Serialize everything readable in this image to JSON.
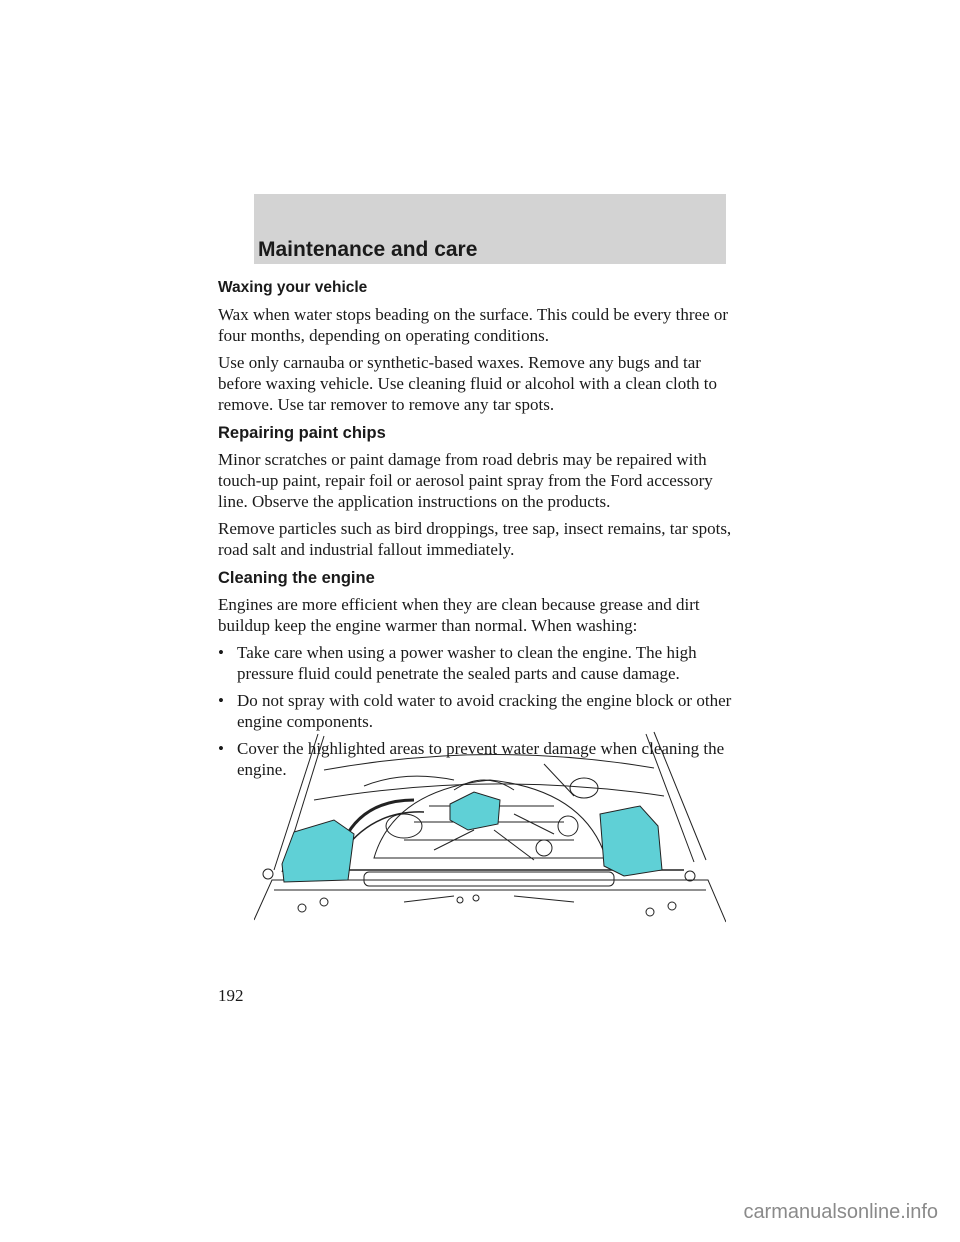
{
  "header": {
    "title": "Maintenance and care"
  },
  "sections": {
    "waxing": {
      "heading": "Waxing your vehicle",
      "p1": "Wax when water stops beading on the surface. This could be every three or four months, depending on operating conditions.",
      "p2": "Use only carnauba or synthetic-based waxes. Remove any bugs and tar before waxing vehicle. Use cleaning fluid or alcohol with a clean cloth to remove. Use tar remover to remove any tar spots."
    },
    "paint_chips": {
      "heading": "Repairing paint chips",
      "p1": "Minor scratches or paint damage from road debris may be repaired with touch-up paint, repair foil or aerosol paint spray from the Ford accessory line. Observe the application instructions on the products.",
      "p2": "Remove particles such as bird droppings, tree sap, insect remains, tar spots, road salt and industrial fallout immediately."
    },
    "engine": {
      "heading": "Cleaning the engine",
      "p1": "Engines are more efficient when they are clean because grease and dirt buildup keep the engine warmer than normal. When washing:",
      "bullet_symbol": "•",
      "bullets": [
        "Take care when using a power washer to clean the engine. The high pressure fluid could penetrate the sealed parts and cause damage.",
        "Do not spray with cold water to avoid cracking the engine block or other engine components.",
        "Cover the highlighted areas to prevent water damage when cleaning the engine."
      ]
    }
  },
  "figure": {
    "highlight_color": "#5fd0d6"
  },
  "page_number": "192",
  "watermark": "carmanualsonline.info"
}
